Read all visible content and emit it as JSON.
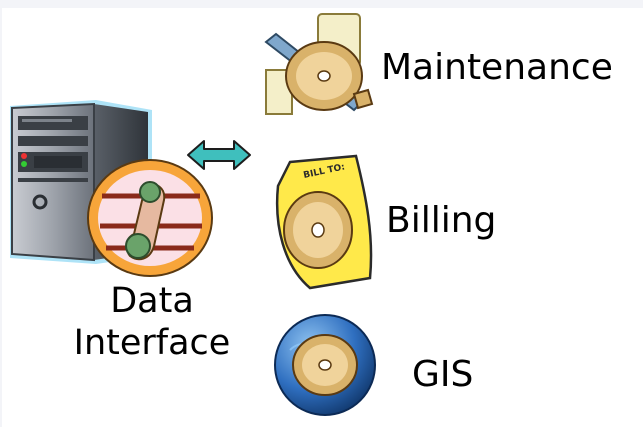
{
  "systems": [
    {
      "id": "maintenance",
      "label": "Maintenance",
      "icon": "maintenance-cd-tools-icon"
    },
    {
      "id": "billing",
      "label": "Billing",
      "icon": "billing-cd-invoice-icon"
    },
    {
      "id": "gis",
      "label": "GIS",
      "icon": "gis-cd-globe-icon"
    }
  ],
  "interface": {
    "label_line1": "Data",
    "label_line2": "Interface",
    "icon": "server-tower-icon",
    "gear_icon": "gear-belt-icon"
  },
  "connector": {
    "icon": "double-arrow-icon",
    "color": "#3fbfbd"
  },
  "colors": {
    "page_bg": "#f3f4f8",
    "canvas_bg": "#ffffff",
    "server_body": "#8a8f98",
    "globe": "#2f6fc0",
    "paper": "#ffe94a"
  }
}
